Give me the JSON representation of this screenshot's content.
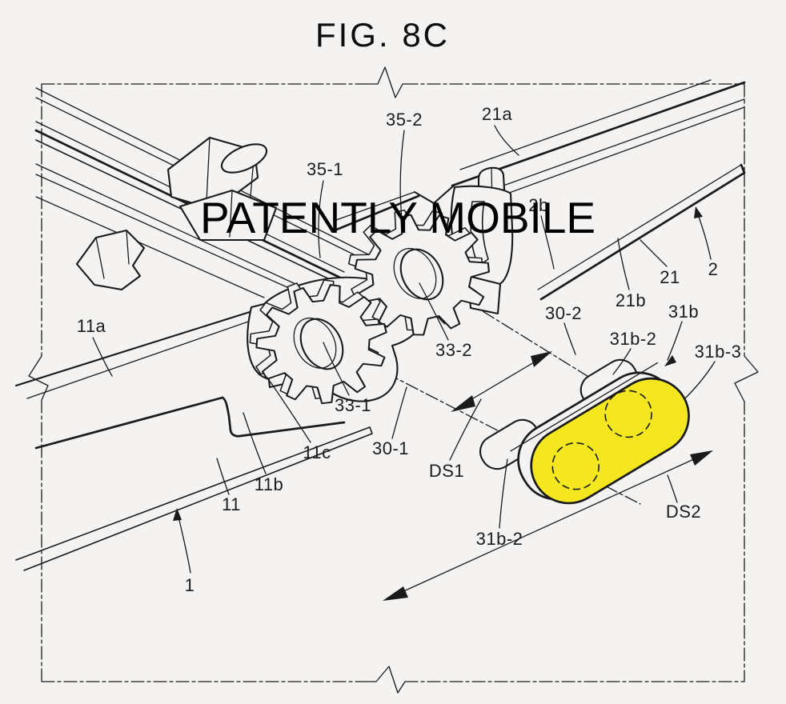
{
  "figure": {
    "title": "FIG. 8C"
  },
  "watermark": {
    "text": "PATENTLY MOBILE"
  },
  "colors": {
    "background": "#f4f3f1",
    "line": "#1a1a1a",
    "highlight_yellow": "#f5e71f",
    "text": "#111111"
  },
  "drawing_description": "Patent figure of a foldable-device hinge: two housings (1/11 and 2/21) joined by a gear hinge (33-1, 33-2) with rotation axes (30-1, 30-2), and an exploded yellow slide member (31b) with pegs (31b-2) and spacing dimensions DS1, DS2.",
  "labels": [
    {
      "id": "35-2",
      "text": "35-2"
    },
    {
      "id": "21a",
      "text": "21a"
    },
    {
      "id": "35-1",
      "text": "35-1"
    },
    {
      "id": "2b",
      "text": "2b"
    },
    {
      "id": "21",
      "text": "21"
    },
    {
      "id": "2",
      "text": "2"
    },
    {
      "id": "21b",
      "text": "21b"
    },
    {
      "id": "30-2",
      "text": "30-2"
    },
    {
      "id": "31b-2-upper",
      "text": "31b-2"
    },
    {
      "id": "31b",
      "text": "31b"
    },
    {
      "id": "31b-3",
      "text": "31b-3"
    },
    {
      "id": "11a",
      "text": "11a"
    },
    {
      "id": "33-2",
      "text": "33-2"
    },
    {
      "id": "33-1",
      "text": "33-1"
    },
    {
      "id": "11c",
      "text": "11c"
    },
    {
      "id": "30-1",
      "text": "30-1"
    },
    {
      "id": "DS1",
      "text": "DS1"
    },
    {
      "id": "11b",
      "text": "11b"
    },
    {
      "id": "11",
      "text": "11"
    },
    {
      "id": "DS2",
      "text": "DS2"
    },
    {
      "id": "31b-2-lower",
      "text": "31b-2"
    },
    {
      "id": "1",
      "text": "1"
    }
  ]
}
